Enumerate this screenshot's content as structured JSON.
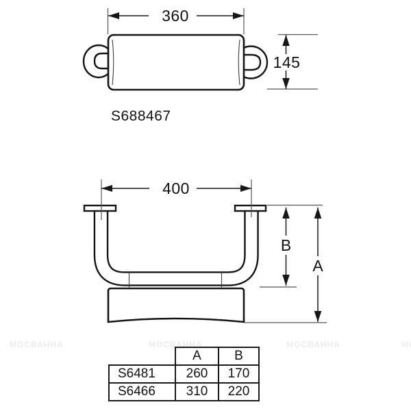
{
  "backrest_view": {
    "part_number": "S688467",
    "width_dim": "360",
    "height_dim": "145"
  },
  "grab_bar_view": {
    "width_dim": "400",
    "height_b_label": "B",
    "height_a_label": "A"
  },
  "spec_table": {
    "column_headers": [
      "A",
      "B"
    ],
    "rows": [
      {
        "model": "S6481",
        "a": "260",
        "b": "170"
      },
      {
        "model": "S6466",
        "a": "310",
        "b": "220"
      }
    ]
  },
  "watermark": {
    "text": "МОСВАННА"
  },
  "colors": {
    "background": "#ffffff",
    "line": "#141414",
    "dimension": "#161616"
  }
}
